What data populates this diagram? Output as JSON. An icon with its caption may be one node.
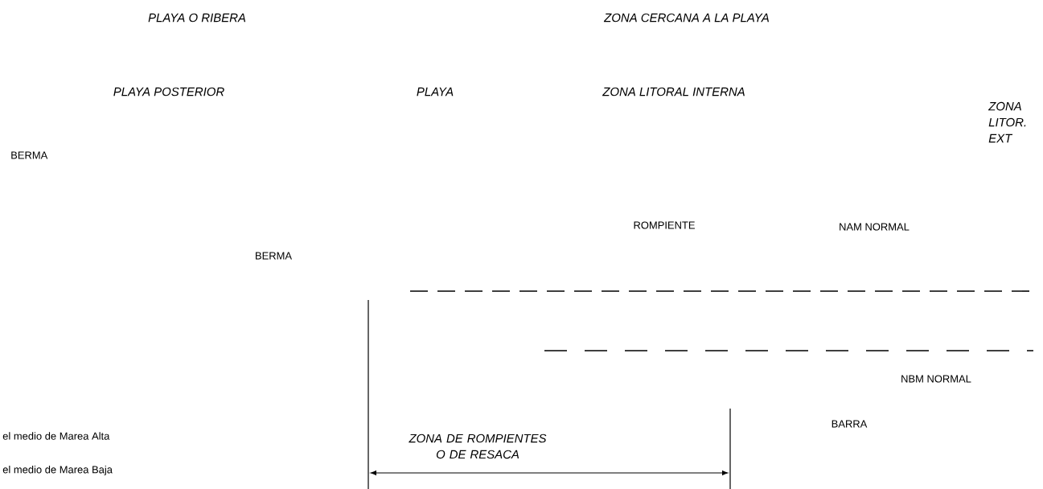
{
  "diagram": {
    "labels": [
      "PLAYA O RIBERA",
      "ZONA CERCANA A LA PLAYA",
      "PLAYA POSTERIOR",
      "PLAYA",
      "ZONA LITORAL INTERNA",
      "ZONA LITOR. EXT",
      "BERMA",
      "ROMPIENTE",
      "NAM NORMAL",
      "BERMA",
      "NBM NORMAL",
      "el medio de Marea Alta",
      "ZONA DE ROMPIENTES O DE RESACA",
      "BARRA",
      "el medio de Marea Baja"
    ]
  }
}
